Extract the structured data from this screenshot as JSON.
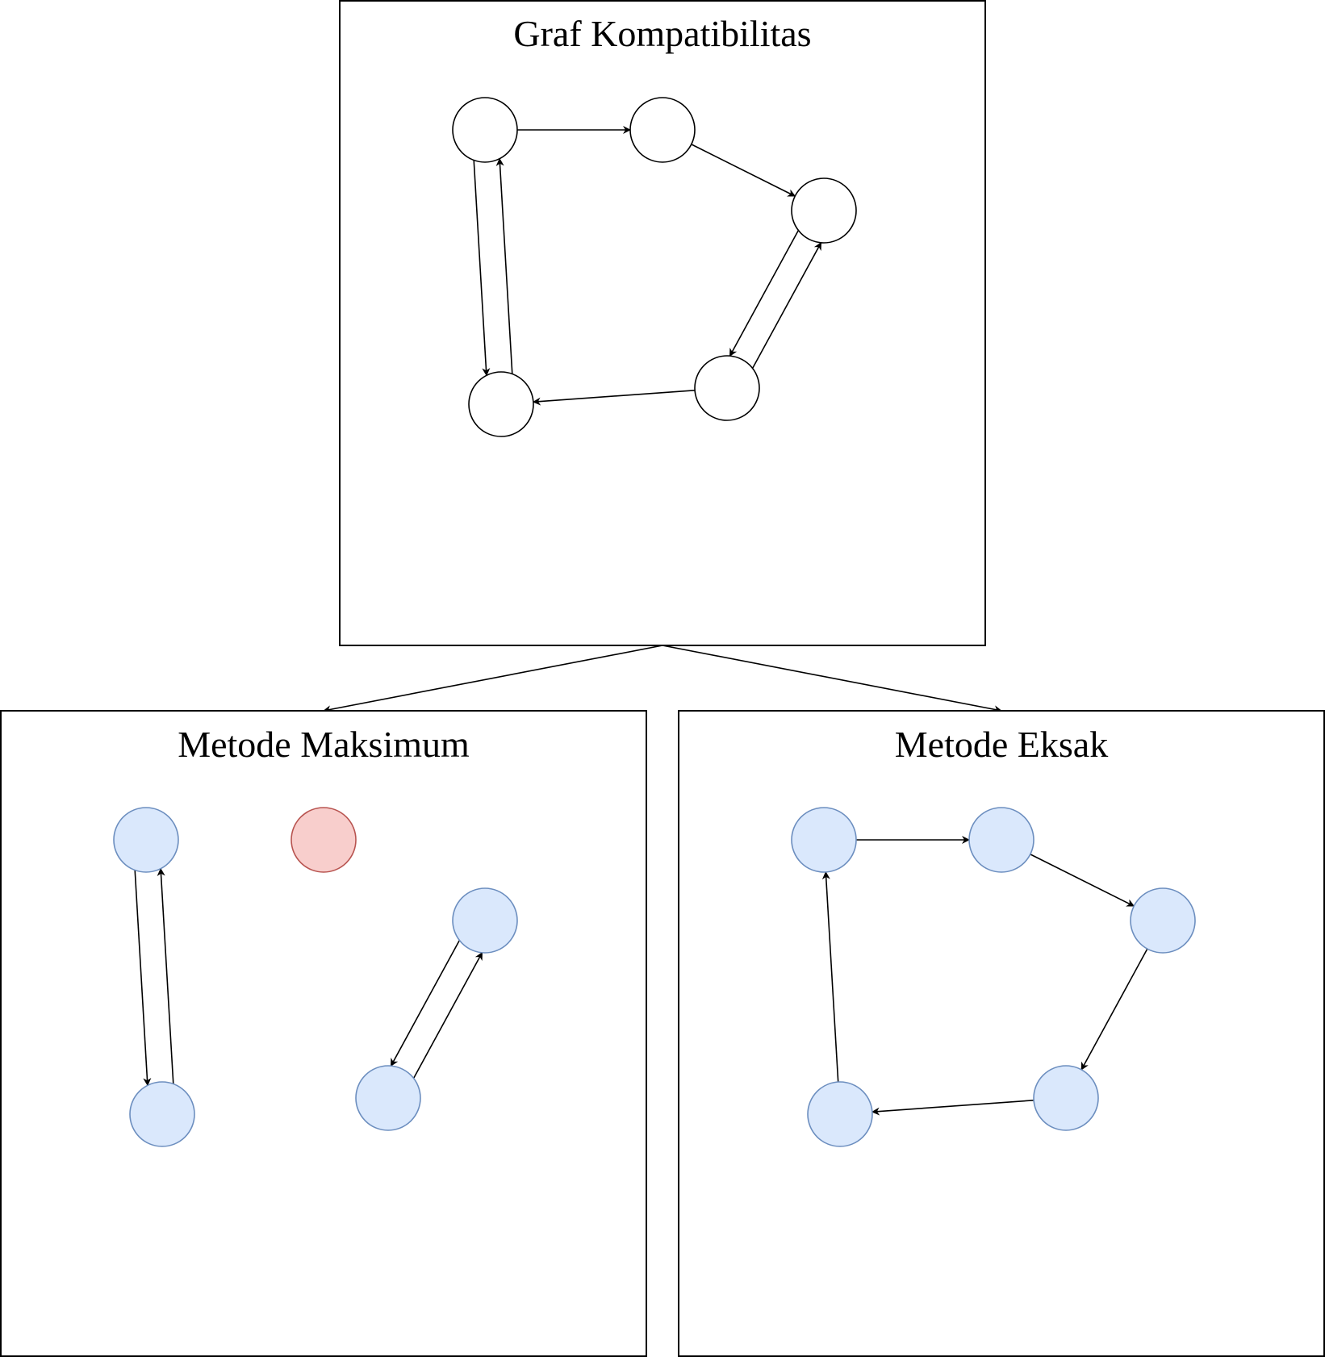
{
  "panels": [
    {
      "id": "compatibility",
      "title": "Graf Kompatibilitas",
      "nodes": [
        {
          "id": "n1",
          "state": "plain"
        },
        {
          "id": "n2",
          "state": "plain"
        },
        {
          "id": "n3",
          "state": "plain"
        },
        {
          "id": "n4",
          "state": "plain"
        },
        {
          "id": "n5",
          "state": "plain"
        }
      ],
      "edges": [
        {
          "from": "n1",
          "to": "n2"
        },
        {
          "from": "n2",
          "to": "n3"
        },
        {
          "from": "n3",
          "to": "n4"
        },
        {
          "from": "n4",
          "to": "n3"
        },
        {
          "from": "n4",
          "to": "n5"
        },
        {
          "from": "n1",
          "to": "n5"
        },
        {
          "from": "n5",
          "to": "n1"
        }
      ]
    },
    {
      "id": "maximum",
      "title": "Metode Maksimum",
      "nodes": [
        {
          "id": "n1",
          "state": "matched"
        },
        {
          "id": "n2",
          "state": "unmatched"
        },
        {
          "id": "n3",
          "state": "matched"
        },
        {
          "id": "n4",
          "state": "matched"
        },
        {
          "id": "n5",
          "state": "matched"
        }
      ],
      "edges": [
        {
          "from": "n1",
          "to": "n5"
        },
        {
          "from": "n5",
          "to": "n1"
        },
        {
          "from": "n3",
          "to": "n4"
        },
        {
          "from": "n4",
          "to": "n3"
        }
      ]
    },
    {
      "id": "exact",
      "title": "Metode Eksak",
      "nodes": [
        {
          "id": "n1",
          "state": "matched"
        },
        {
          "id": "n2",
          "state": "matched"
        },
        {
          "id": "n3",
          "state": "matched"
        },
        {
          "id": "n4",
          "state": "matched"
        },
        {
          "id": "n5",
          "state": "matched"
        }
      ],
      "edges": [
        {
          "from": "n1",
          "to": "n2"
        },
        {
          "from": "n2",
          "to": "n3"
        },
        {
          "from": "n3",
          "to": "n4"
        },
        {
          "from": "n4",
          "to": "n5"
        },
        {
          "from": "n5",
          "to": "n1"
        }
      ]
    }
  ],
  "flows": [
    {
      "from": "compatibility",
      "to": "maximum"
    },
    {
      "from": "compatibility",
      "to": "exact"
    }
  ],
  "colors": {
    "plain_fill": "#ffffff",
    "plain_stroke": "#000000",
    "matched_fill": "#dae8fc",
    "matched_stroke": "#6c8ebf",
    "unmatched_fill": "#f8cecc",
    "unmatched_stroke": "#b85450",
    "edge": "#000000"
  }
}
